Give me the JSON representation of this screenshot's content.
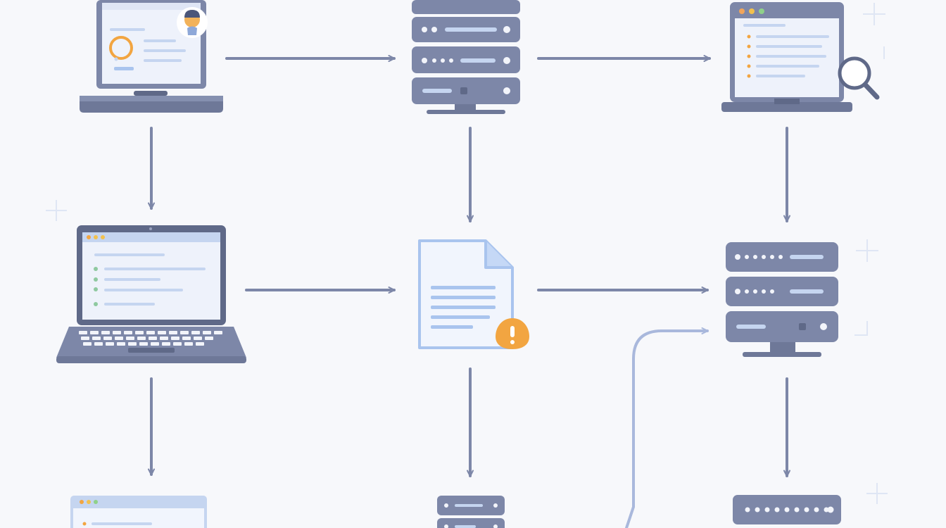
{
  "diagram": {
    "nodes": [
      {
        "id": "laptop-user",
        "icon": "laptop-with-user-avatar-icon",
        "row": 1,
        "col": 1
      },
      {
        "id": "server-top",
        "icon": "server-rack-icon",
        "row": 1,
        "col": 2
      },
      {
        "id": "monitor-search",
        "icon": "monitor-with-magnifier-icon",
        "row": 1,
        "col": 3
      },
      {
        "id": "laptop-keyboard",
        "icon": "laptop-with-list-icon",
        "row": 2,
        "col": 1
      },
      {
        "id": "document-alert",
        "icon": "document-with-alert-badge-icon",
        "row": 2,
        "col": 2
      },
      {
        "id": "server-middle",
        "icon": "server-rack-icon",
        "row": 2,
        "col": 3
      },
      {
        "id": "browser-window",
        "icon": "browser-window-icon",
        "row": 3,
        "col": 1
      },
      {
        "id": "server-small",
        "icon": "server-rack-icon",
        "row": 3,
        "col": 2
      },
      {
        "id": "network-switch",
        "icon": "network-switch-icon",
        "row": 3,
        "col": 3
      }
    ],
    "edges": [
      {
        "from": "laptop-user",
        "to": "server-top"
      },
      {
        "from": "server-top",
        "to": "monitor-search"
      },
      {
        "from": "laptop-user",
        "to": "laptop-keyboard"
      },
      {
        "from": "server-top",
        "to": "document-alert"
      },
      {
        "from": "monitor-search",
        "to": "server-middle"
      },
      {
        "from": "laptop-keyboard",
        "to": "document-alert"
      },
      {
        "from": "document-alert",
        "to": "server-middle"
      },
      {
        "from": "laptop-keyboard",
        "to": "browser-window"
      },
      {
        "from": "document-alert",
        "to": "server-small"
      },
      {
        "from": "server-small",
        "to": "server-middle"
      },
      {
        "from": "server-middle",
        "to": "network-switch"
      }
    ],
    "colors": {
      "background": "#f7f8fb",
      "device": "#7d87a8",
      "device_dark": "#5f6988",
      "screen": "#eef2fb",
      "screen_bar": "#c5d5f0",
      "line": "#b6c6e6",
      "arrow": "#7d87a8",
      "accent_orange": "#f2a541",
      "accent_light_blue": "#a9c4ee"
    }
  }
}
